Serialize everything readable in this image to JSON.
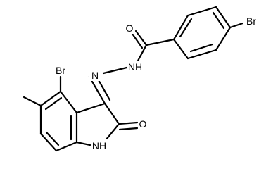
{
  "molecule": {
    "atom_labels": {
      "o_amide": "O",
      "br_para": "Br",
      "nh_hydrazide": "NH",
      "n_hydrazone": "N",
      "br_ring": "Br",
      "o_lactam": "O",
      "nh_lactam": "NH"
    }
  },
  "colors": {
    "bond": "#000000",
    "label": "#000000",
    "background": "#ffffff"
  }
}
